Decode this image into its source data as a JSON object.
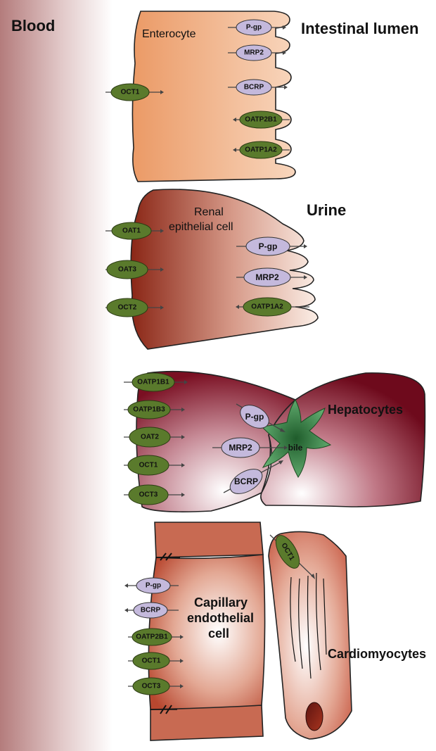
{
  "labels": {
    "blood": "Blood",
    "intestinal_lumen": "Intestinal lumen",
    "enterocyte": "Enterocyte",
    "urine": "Urine",
    "renal_line1": "Renal",
    "renal_line2": "epithelial cell",
    "hepatocytes": "Hepatocytes",
    "bile": "bile",
    "capillary_line1": "Capillary",
    "capillary_line2": "endothelial",
    "capillary_line3": "cell",
    "cardiomyocytes": "Cardiomyocytes"
  },
  "transporters": {
    "enterocyte": {
      "pgp": "P-gp",
      "mrp2": "MRP2",
      "bcrp": "BCRP",
      "oatp2b1": "OATP2B1",
      "oatp1a2": "OATP1A2",
      "oct1": "OCT1"
    },
    "renal": {
      "oat1": "OAT1",
      "oat3": "OAT3",
      "oct2": "OCT2",
      "pgp": "P-gp",
      "mrp2": "MRP2",
      "oatp1a2": "OATP1A2"
    },
    "hepatocyte": {
      "oatp1b1": "OATP1B1",
      "oatp1b3": "OATP1B3",
      "oat2": "OAT2",
      "oct1": "OCT1",
      "oct3": "OCT3",
      "pgp": "P-gp",
      "mrp2": "MRP2",
      "bcrp": "BCRP"
    },
    "capillary": {
      "pgp": "P-gp",
      "bcrp": "BCRP",
      "oatp2b1": "OATP2B1",
      "oct1": "OCT1",
      "oct3": "OCT3"
    },
    "cardiomyocyte": {
      "oct1": "OCT1"
    }
  },
  "colors": {
    "blood_band": "#b98585",
    "enterocyte": "#f0a87a",
    "renal_dark": "#8c2a1c",
    "hepatocyte_dark": "#7a0f22",
    "capillary": "#c0543d",
    "cardiomyocyte": "#c04a30",
    "abc_transporter": "#c4b9dc",
    "slc_transporter": "#5a7a2c",
    "bile": "#2f7a3a"
  }
}
